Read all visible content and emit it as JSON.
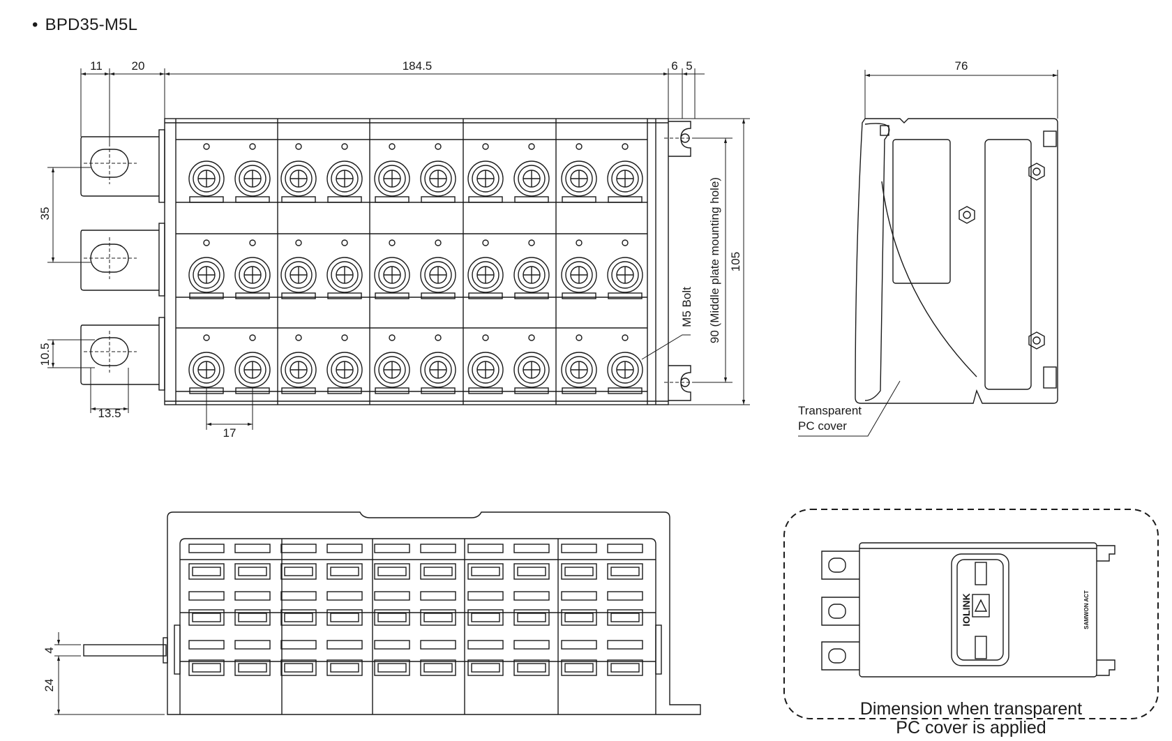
{
  "title": "BPD35-M5L",
  "bullet": "•",
  "dimensions": {
    "d11": "11",
    "d20": "20",
    "d184_5": "184.5",
    "d6": "6",
    "d5": "5",
    "d76": "76",
    "d35": "35",
    "d10_5": "10.5",
    "d13_5": "13.5",
    "d17": "17",
    "d105": "105",
    "d90": "90 (Middle plate mounting hole)",
    "d4": "4",
    "d24": "24"
  },
  "labels": {
    "m5_bolt": "M5 Bolt",
    "pc_cover_line1": "Transparent",
    "pc_cover_line2": "PC cover",
    "caption_line1": "Dimension when transparent",
    "caption_line2": "PC cover is applied",
    "brand_iolink": "IOLINK",
    "brand_samwon": "SAMWON ACT"
  },
  "colors": {
    "line": "#1a1a1a",
    "background": "#ffffff"
  }
}
